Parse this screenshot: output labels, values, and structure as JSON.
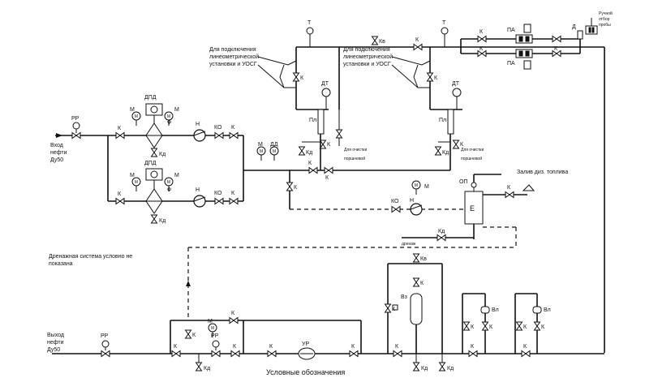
{
  "inlet": {
    "line1": "Вход",
    "line2": "нефти",
    "line3": "Ду50"
  },
  "outlet": {
    "line1": "Выход",
    "line2": "нефти",
    "line3": "Ду50"
  },
  "legend_caption": "Условные обозначения",
  "drainage_note": {
    "line1": "Дренажная система условно не",
    "line2": "показана"
  },
  "manual_sampling": {
    "line1": "Ручной",
    "line2": "отбор",
    "line3": "пробы"
  },
  "diesel_fill": "Залив диз. топлива",
  "lineometric_left": {
    "line1": "Для подключения",
    "line2": "линеометрической",
    "line3": "установки и УОСГ"
  },
  "lineometric_right": {
    "line1": "Для подключения",
    "line2": "линеометрической",
    "line3": "установки и УОСГ"
  },
  "cleaning_left": {
    "line1": "Для очистки",
    "line2": "поршневой"
  },
  "cleaning_right": {
    "line1": "Для очистки",
    "line2": "поршневой"
  },
  "drain_label": "дренаж",
  "labels": {
    "pp": "РР",
    "m": "М",
    "k": "К",
    "kd": "Кд",
    "kv": "Кв",
    "ko": "КО",
    "f": "Ф",
    "n": "Н",
    "dpd": "ДПД",
    "dd": "ДД",
    "dt": "ДТ",
    "t": "Т",
    "pl": "Пл",
    "pa": "ПА",
    "d": "Д",
    "op": "ОП",
    "e": "Е",
    "vz": "Вз",
    "vl": "Вл",
    "ur": "УР"
  }
}
